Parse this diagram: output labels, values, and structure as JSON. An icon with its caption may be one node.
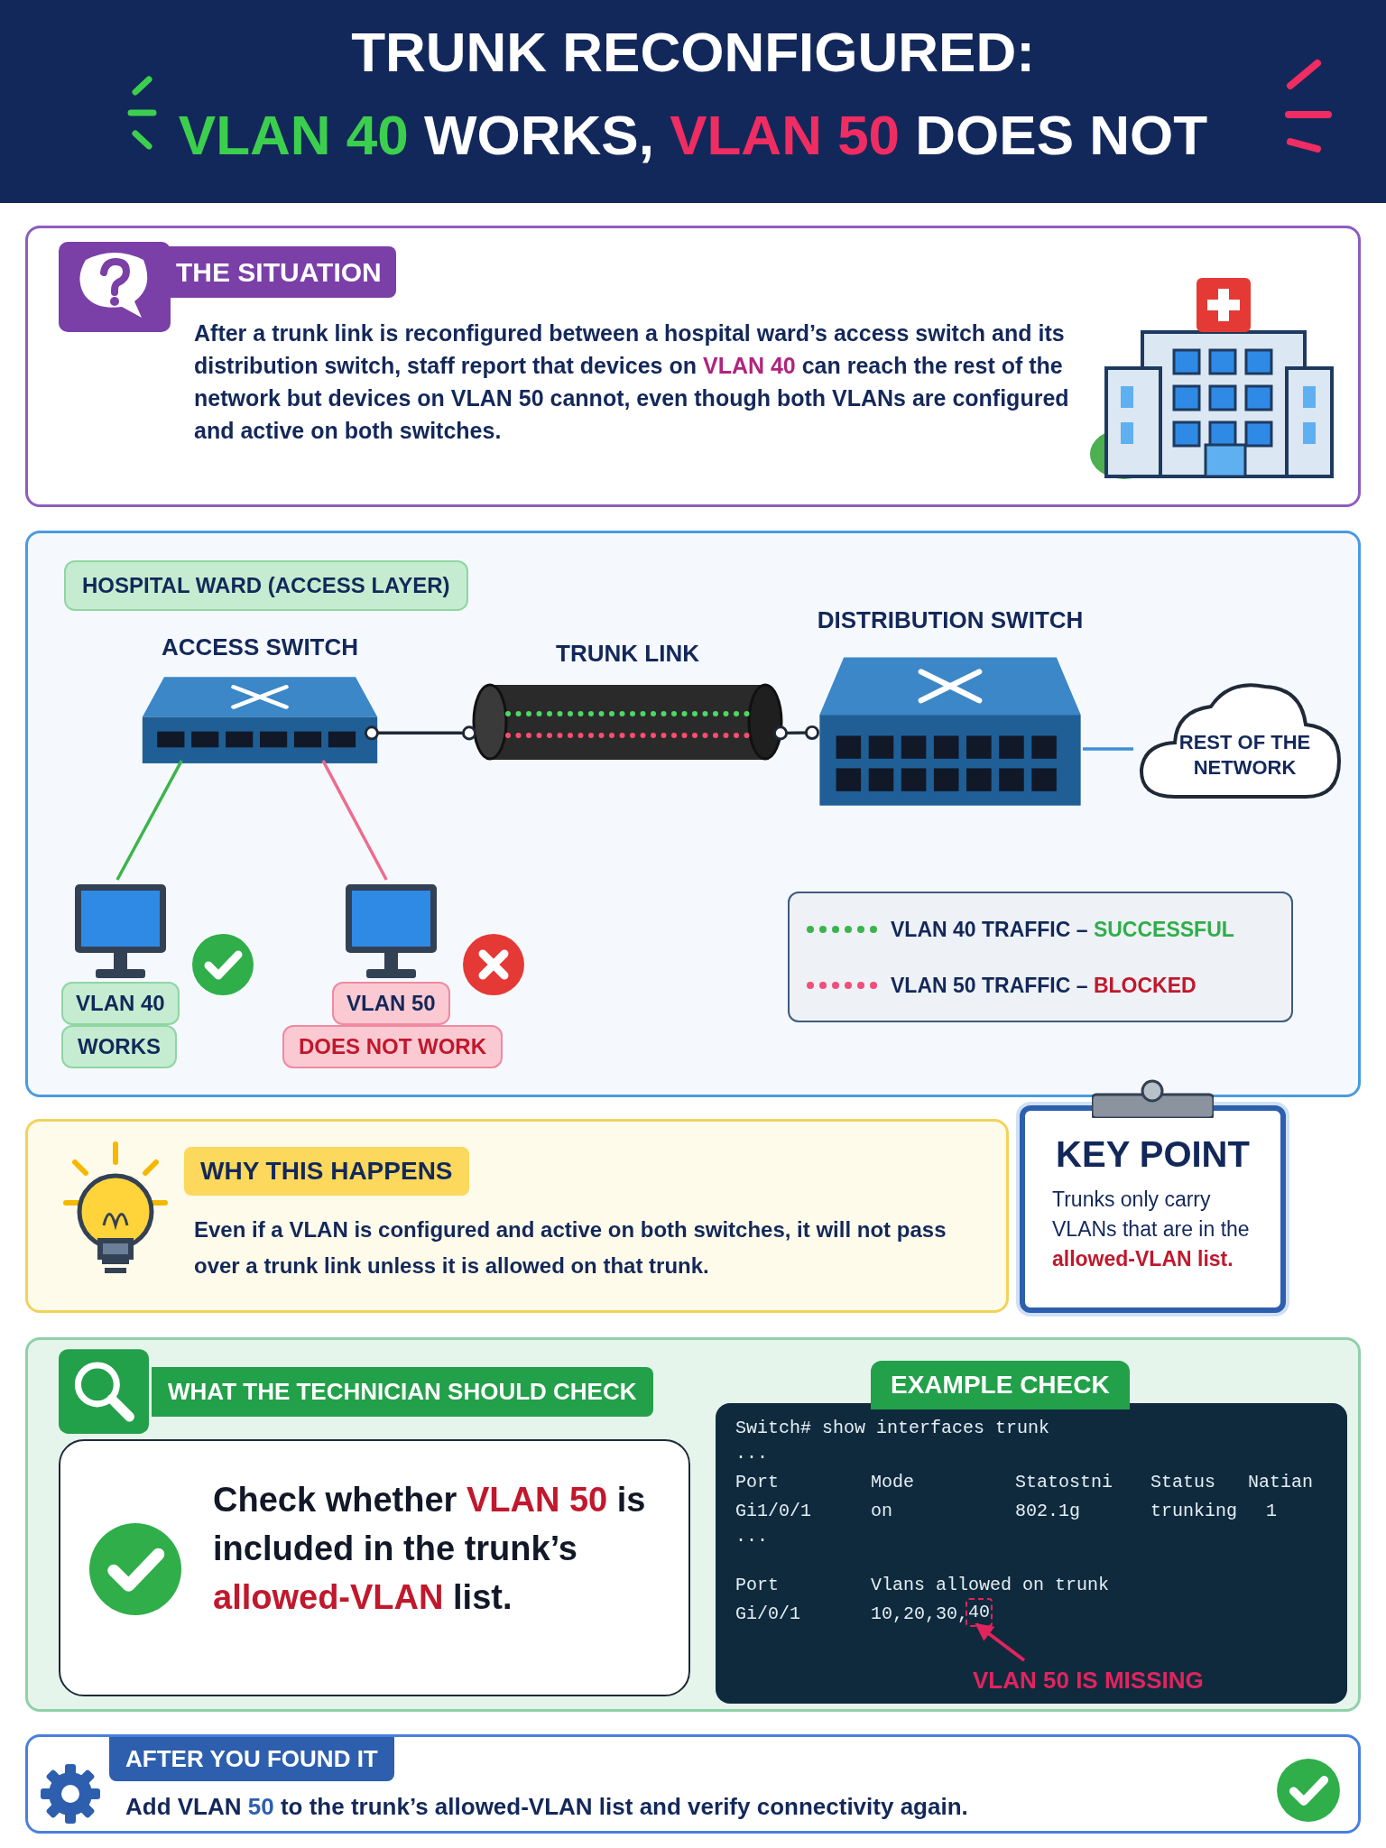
{
  "diagram": {
    "title": "TRUNK RECONFIGURED:",
    "nodes": [
      {
        "text": [
          "THE SITUATION",
          "After a trunk link is reconfigured between a hospital ward’s access switch and its distribution switch, staff report that devices on **VLAN 40** can reach the rest of the network but devices on VLAN 50 cannot, even though both VLANs are configured and active on both switches."
        ]
      },
      {
        "text": [
          "HOSPITAL WARD (ACCESS LAYER)"
        ]
      },
      {
        "text": [
          "ACCESS SWITCH"
        ],
        "in": 1
      },
      {
        "text": [
          "TRUNK LINK"
        ],
        "in": 1
      },
      {
        "text": [
          "DISTRIBUTION SWITCH"
        ],
        "in": 1
      },
      {
        "text": [
          "REST OF THE NETWORK"
        ],
        "in": 1
      },
      {
        "text": [
          "VLAN 40",
          "WORKS"
        ],
        "in": 1
      },
      {
        "text": [
          "VLAN 50",
          "DOES NOT WORK"
        ],
        "in": 1
      },
      {
        "text": [
          "WHY THIS HAPPENS",
          "Even if a VLAN is configured and active on both switches, it will not pass over a trunk link unless it is allowed on that trunk."
        ]
      },
      {
        "text": [
          "KEY POINT",
          "Trunks only carry VLANs that are in the **allowed-VLAN list.**"
        ]
      },
      {
        "text": [
          "WHAT THE TECHNICIAN SHOULD CHECK",
          "Check whether **VLAN 50** is included in the trunk’s **allowed-VLAN** list."
        ]
      },
      {
        "text": [
          "EXAMPLE CHECK",
          "Switch# show interfaces trunk",
          "...",
          "Port",
          "Mode",
          "Statostni",
          "Status",
          "Natian",
          "Gi1/0/1",
          "on",
          "802.1g",
          "trunking",
          "1",
          "...",
          "Port",
          "Vlans allowed on trunk",
          "Gi/0/1",
          "10,20,30,"
        ],
        "in": 10
      },
      {
        "text": [
          "VLAN 50 IS MISSING"
        ],
        "in": 11
      },
      {
        "text": [
          "40"
        ],
        "in": 11
      },
      {
        "text": [
          "AFTER YOU FOUND IT",
          "Add VLAN **50** to the trunk’s allowed-VLAN list and verify connectivity again."
        ]
      }
    ],
    "edges": [
      {
        "from": 2,
        "to": 3,
        "arrow": "other"
      },
      {
        "from": 3,
        "to": 4,
        "arrow": "other"
      },
      {
        "from": 4,
        "to": 5,
        "arrow": "none",
        "color": "#3b8fd9"
      },
      {
        "from": 2,
        "to": 6,
        "arrow": "none",
        "color": "#3cb44b"
      },
      {
        "from": 2,
        "to": 7,
        "arrow": "none",
        "color": "#ef6b8e"
      },
      {
        "from": 12,
        "to": 13,
        "arrow": "to",
        "color": "#e0245e"
      }
    ],
    "labels": [
      "**VLAN 40** WORKS, *VLAN 50* DOES NOT"
    ],
    "legend": [
      {
        "text": "VLAN 40 TRAFFIC – **SUCCESSFUL**"
      },
      {
        "text": "VLAN 50 TRAFFIC – **BLOCKED**"
      }
    ]
  }
}
